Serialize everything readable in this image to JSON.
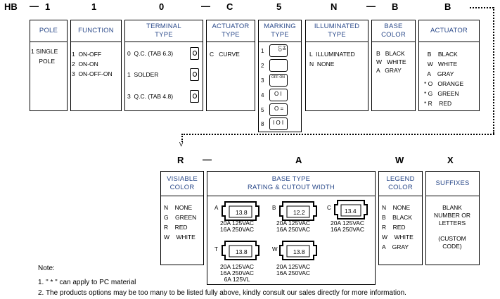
{
  "codes": {
    "hb": "HB",
    "pole": "1",
    "function": "1",
    "terminal": "0",
    "actuator_type": "C",
    "marking": "5",
    "illuminated": "N",
    "base_color": "B",
    "actuator_color": "B",
    "visiable_color": "R",
    "base_type": "A",
    "legend_color": "W",
    "suffixes": "X"
  },
  "separator": "—",
  "arrow_v": "V",
  "headers": {
    "pole": "POLE",
    "function": "FUNCTION",
    "terminal": "TERMINAL\nTYPE",
    "actuator_type": "ACTUATOR\nTYPE",
    "marking": "MARKING\nTYPE",
    "illuminated": "ILLUMINATED\nTYPE",
    "base_color": "BASE\nCOLOR",
    "actuator": "ACTUATOR",
    "visiable_color": "VISIABLE\nCOLOR",
    "base_type": "BASE TYPE\nRATING & CUTOUT WIDTH",
    "legend_color": "LEGEND\nCOLOR",
    "suffixes": "SUFFIXES"
  },
  "pole_options": "1 SINGLE\n   POLE",
  "function_options": "1  ON-OFF\n2  ON-ON\n3  ON-OFF-ON",
  "terminal_options": [
    {
      "code": "0",
      "label": "Q.C. (TAB 6.3)"
    },
    {
      "code": "1",
      "label": "SOLDER"
    },
    {
      "code": "3",
      "label": "Q.C. (TAB 4.8)"
    }
  ],
  "actuator_type_options": "C   CURVE",
  "marking_options": [
    {
      "code": "1",
      "symbol": "HI LO"
    },
    {
      "code": "2",
      "symbol": ""
    },
    {
      "code": "3",
      "symbol": "OFF ON"
    },
    {
      "code": "4",
      "symbol": "O I"
    },
    {
      "code": "5",
      "symbol": "O ="
    },
    {
      "code": "8",
      "symbol": "I O I"
    }
  ],
  "illuminated_options": "L  ILLUMINATED\nN  NONE",
  "base_color_options": "B   BLACK\nW   WHITE\nA   GRAY",
  "actuator_options": "  B    BLACK\n  W   WHITE\n  A    GRAY\n* O   ORANGE\n* G   GREEN\n* R    RED",
  "visiable_options": "N    NONE\nG    GREEN\nR    RED\nW    WHITE",
  "base_types": [
    {
      "code": "A",
      "width": "13.8",
      "rating": "20A 125VAC\n16A 250VAC"
    },
    {
      "code": "B",
      "width": "12.2",
      "rating": "20A 125VAC\n16A 250VAC"
    },
    {
      "code": "C",
      "width": "13.4",
      "rating": "20A 125VAC\n16A 250VAC"
    },
    {
      "code": "T",
      "width": "13.8",
      "rating": "20A 125VAC\n16A 250VAC\n6A 125VL"
    },
    {
      "code": "W",
      "width": "13.8",
      "rating": "20A 125VAC\n16A 250VAC"
    }
  ],
  "legend_options": "N    NONE\nB    BLACK\nR    RED\nW    WHITE\nA    GRAY",
  "suffix_options": "BLANK\nNUMBER OR\nLETTERS\n\n(CUSTOM\nCODE)",
  "notes": {
    "title": "Note:",
    "n1": "1. \" * \" can apply to PC material",
    "n2": "2. The products options may be too many to be listed fully above,  kindly consult our sales directly for more information."
  }
}
